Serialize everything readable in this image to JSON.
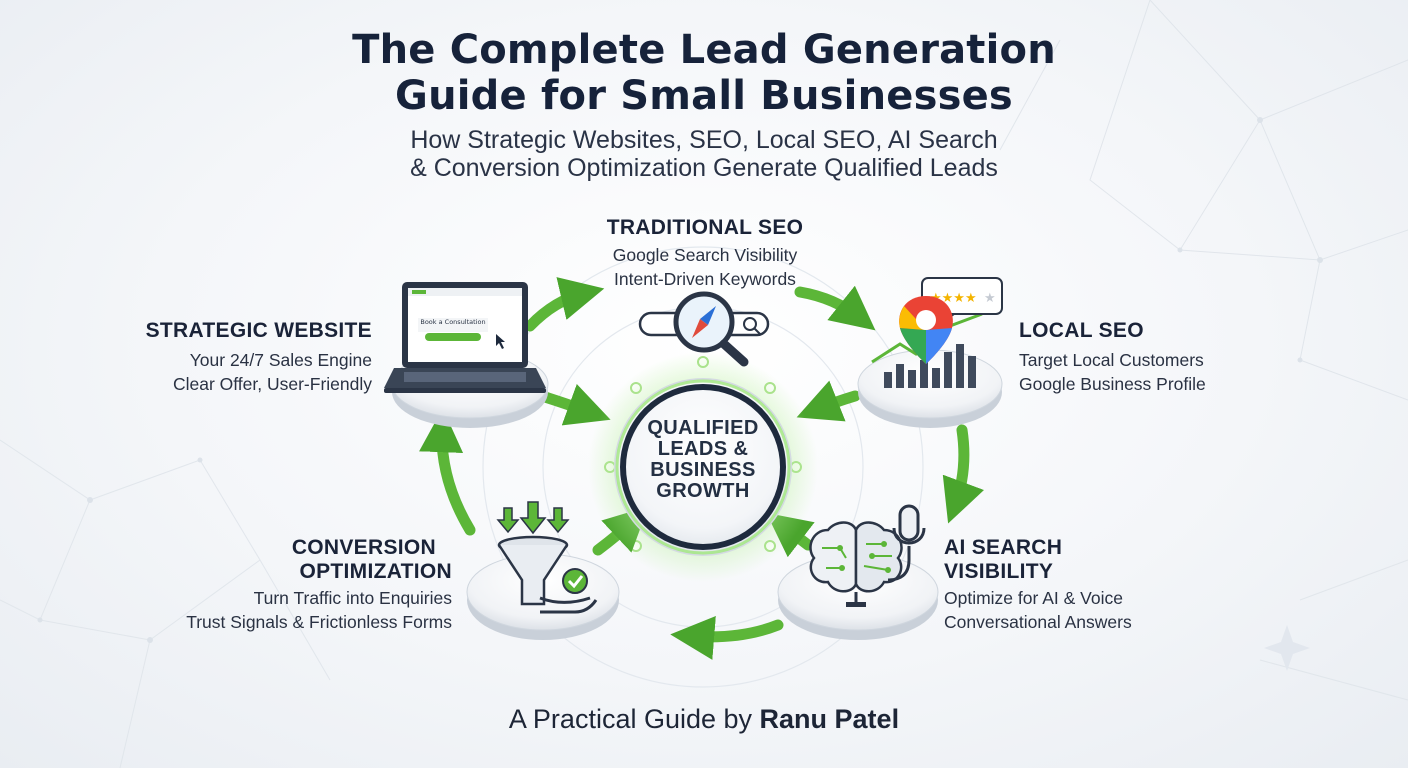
{
  "header": {
    "title_line1": "The Complete Lead Generation",
    "title_line2": "Guide for Small Businesses",
    "subtitle_line1": "How Strategic Websites, SEO, Local SEO, AI Search",
    "subtitle_line2": "& Conversion Optimization Generate Qualified Leads"
  },
  "hub": {
    "label_line1": "QUALIFIED",
    "label_line2": "LEADS &",
    "label_line3": "BUSINESS",
    "label_line4": "GROWTH"
  },
  "nodes": {
    "traditional_seo": {
      "title": "TRADITIONAL SEO",
      "line1": "Google Search Visibility",
      "line2": "Intent-Driven Keywords",
      "icon": "search-compass-icon"
    },
    "strategic_website": {
      "title": "STRATEGIC WEBSITE",
      "line1": "Your 24/7 Sales Engine",
      "line2": "Clear Offer, User-Friendly",
      "icon": "laptop-icon",
      "screen_heading": "Book a Consultation"
    },
    "local_seo": {
      "title": "LOCAL SEO",
      "line1": "Target Local Customers",
      "line2": "Google Business Profile",
      "icon": "map-pin-icon"
    },
    "conversion_optimization": {
      "title_line1": "CONVERSION",
      "title_line2": "OPTIMIZATION",
      "line1": "Turn Traffic into Enquiries",
      "line2": "Trust Signals & Frictionless Forms",
      "icon": "funnel-icon"
    },
    "ai_search": {
      "title_line1": "AI SEARCH",
      "title_line2": "VISIBILITY",
      "line1": "Optimize for AI & Voice",
      "line2": "Conversational Answers",
      "icon": "brain-microphone-icon"
    }
  },
  "footer": {
    "prefix": "A Practical Guide by ",
    "author": "Ranu Patel"
  },
  "colors": {
    "arrow_green": "#5cb638",
    "arrow_dark": "#3e9426",
    "title_navy": "#16223a",
    "hub_glow": "#8fe06a",
    "map_red": "#ea4335",
    "map_blue": "#4285f4",
    "map_yellow": "#fbbc04",
    "map_green": "#34a853",
    "star_gold": "#f4b400"
  }
}
